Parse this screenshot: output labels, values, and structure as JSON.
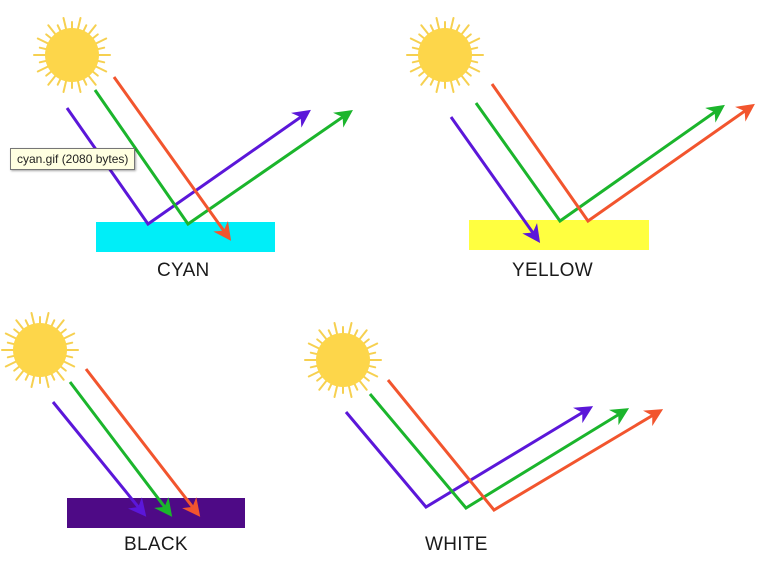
{
  "tooltip": {
    "text": "cyan.gif (2080 bytes)"
  },
  "colors": {
    "sun_fill": "#FDD64A",
    "sun_ray": "#F6D050",
    "ray_violet": "#5B17D9",
    "ray_green": "#1BB52C",
    "ray_red": "#F2552E"
  },
  "panels": [
    {
      "id": "cyan",
      "label": "CYAN",
      "surface_color": "#00EEF8"
    },
    {
      "id": "yellow",
      "label": "YELLOW",
      "surface_color": "#FFFF40"
    },
    {
      "id": "black",
      "label": "BLACK",
      "surface_color": "#4E0A86"
    },
    {
      "id": "white",
      "label": "WHITE",
      "surface_color": null
    }
  ]
}
